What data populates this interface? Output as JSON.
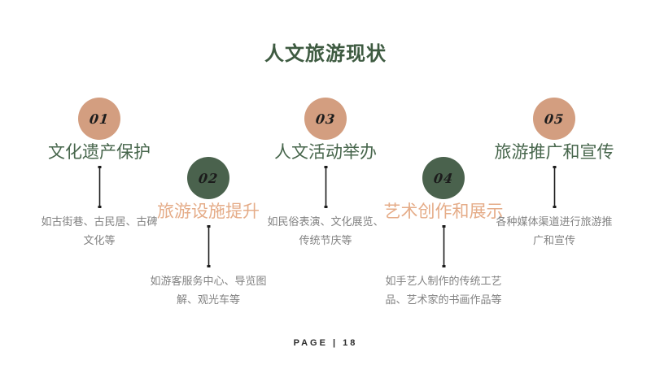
{
  "slide": {
    "title": "人文旅游现状",
    "footer": "PAGE | 18"
  },
  "colors": {
    "title_green": "#3E5B41",
    "heading_green": "#47664C",
    "heading_orange": "#E5AC88",
    "circle_tan": "#D39E80",
    "circle_green": "#4A624D",
    "desc_gray": "#828282",
    "arrow_dark": "#1c1c1c",
    "footer_dark": "#2b2b2b"
  },
  "steps": [
    {
      "number": "01",
      "title": "文化遗产保护",
      "desc": "如古街巷、古民居、古碑文化等",
      "circle_color": "tan",
      "title_color": "green",
      "row": "top"
    },
    {
      "number": "02",
      "title": "旅游设施提升",
      "desc": "如游客服务中心、导览图解、观光车等",
      "circle_color": "green",
      "title_color": "orange",
      "row": "bottom"
    },
    {
      "number": "03",
      "title": "人文活动举办",
      "desc": "如民俗表演、文化展览、传统节庆等",
      "circle_color": "tan",
      "title_color": "green",
      "row": "top"
    },
    {
      "number": "04",
      "title": "艺术创作和展示",
      "desc": "如手艺人制作的传统工艺品、艺术家的书画作品等",
      "circle_color": "green",
      "title_color": "orange",
      "row": "bottom"
    },
    {
      "number": "05",
      "title": "旅游推广和宣传",
      "desc": "各种媒体渠道进行旅游推广和宣传",
      "circle_color": "tan",
      "title_color": "green",
      "row": "top"
    }
  ]
}
